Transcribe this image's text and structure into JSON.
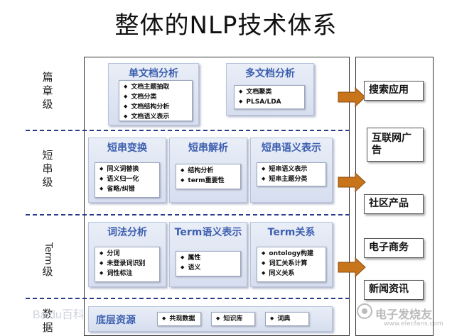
{
  "title": "整体的NLP技术体系",
  "levels": [
    {
      "chars": [
        "篇",
        "章",
        "级"
      ]
    },
    {
      "chars": [
        "短",
        "串",
        "级"
      ]
    },
    {
      "chars": [
        "Term",
        "级"
      ]
    },
    {
      "chars": [
        "数",
        "据"
      ]
    }
  ],
  "groups": {
    "single_doc": {
      "title": "单文档分析",
      "items": [
        "文档主题抽取",
        "文档分类",
        "文档结构分析",
        "文档语义表示"
      ]
    },
    "multi_doc": {
      "title": "多文档分析",
      "items": [
        "文档聚类",
        "PLSA/LDA"
      ]
    },
    "short_transform": {
      "title": "短串变换",
      "items": [
        "同义词替换",
        "语义归一化",
        "省略/纠错"
      ]
    },
    "short_parse": {
      "title": "短串解析",
      "items": [
        "结构分析",
        "term重要性"
      ]
    },
    "short_semantic": {
      "title": "短串语义表示",
      "items": [
        "短串语义表示",
        "短串主题分类"
      ]
    },
    "lexical": {
      "title": "词法分析",
      "items": [
        "分词",
        "未登录词识别",
        "词性标注"
      ]
    },
    "term_semantic": {
      "title": "Term语义表示",
      "items": [
        "属性",
        "语义"
      ]
    },
    "term_relation": {
      "title": "Term关系",
      "items": [
        "ontology构建",
        "词汇关系计算",
        "同义关系"
      ]
    },
    "base": {
      "title": "底层资源",
      "items": [
        "共现数据",
        "知识库",
        "词典"
      ]
    }
  },
  "apps": [
    "搜索应用",
    "互联网广告",
    "社区产品",
    "电子商务",
    "新闻资讯"
  ],
  "watermarks": {
    "left": "Baidu百科",
    "right": "电子发烧友",
    "url": "www.elecfans.com"
  },
  "colors": {
    "accent": "#3d5fb0",
    "arrow": "#c8741a",
    "dash": "#2a3a8a"
  }
}
